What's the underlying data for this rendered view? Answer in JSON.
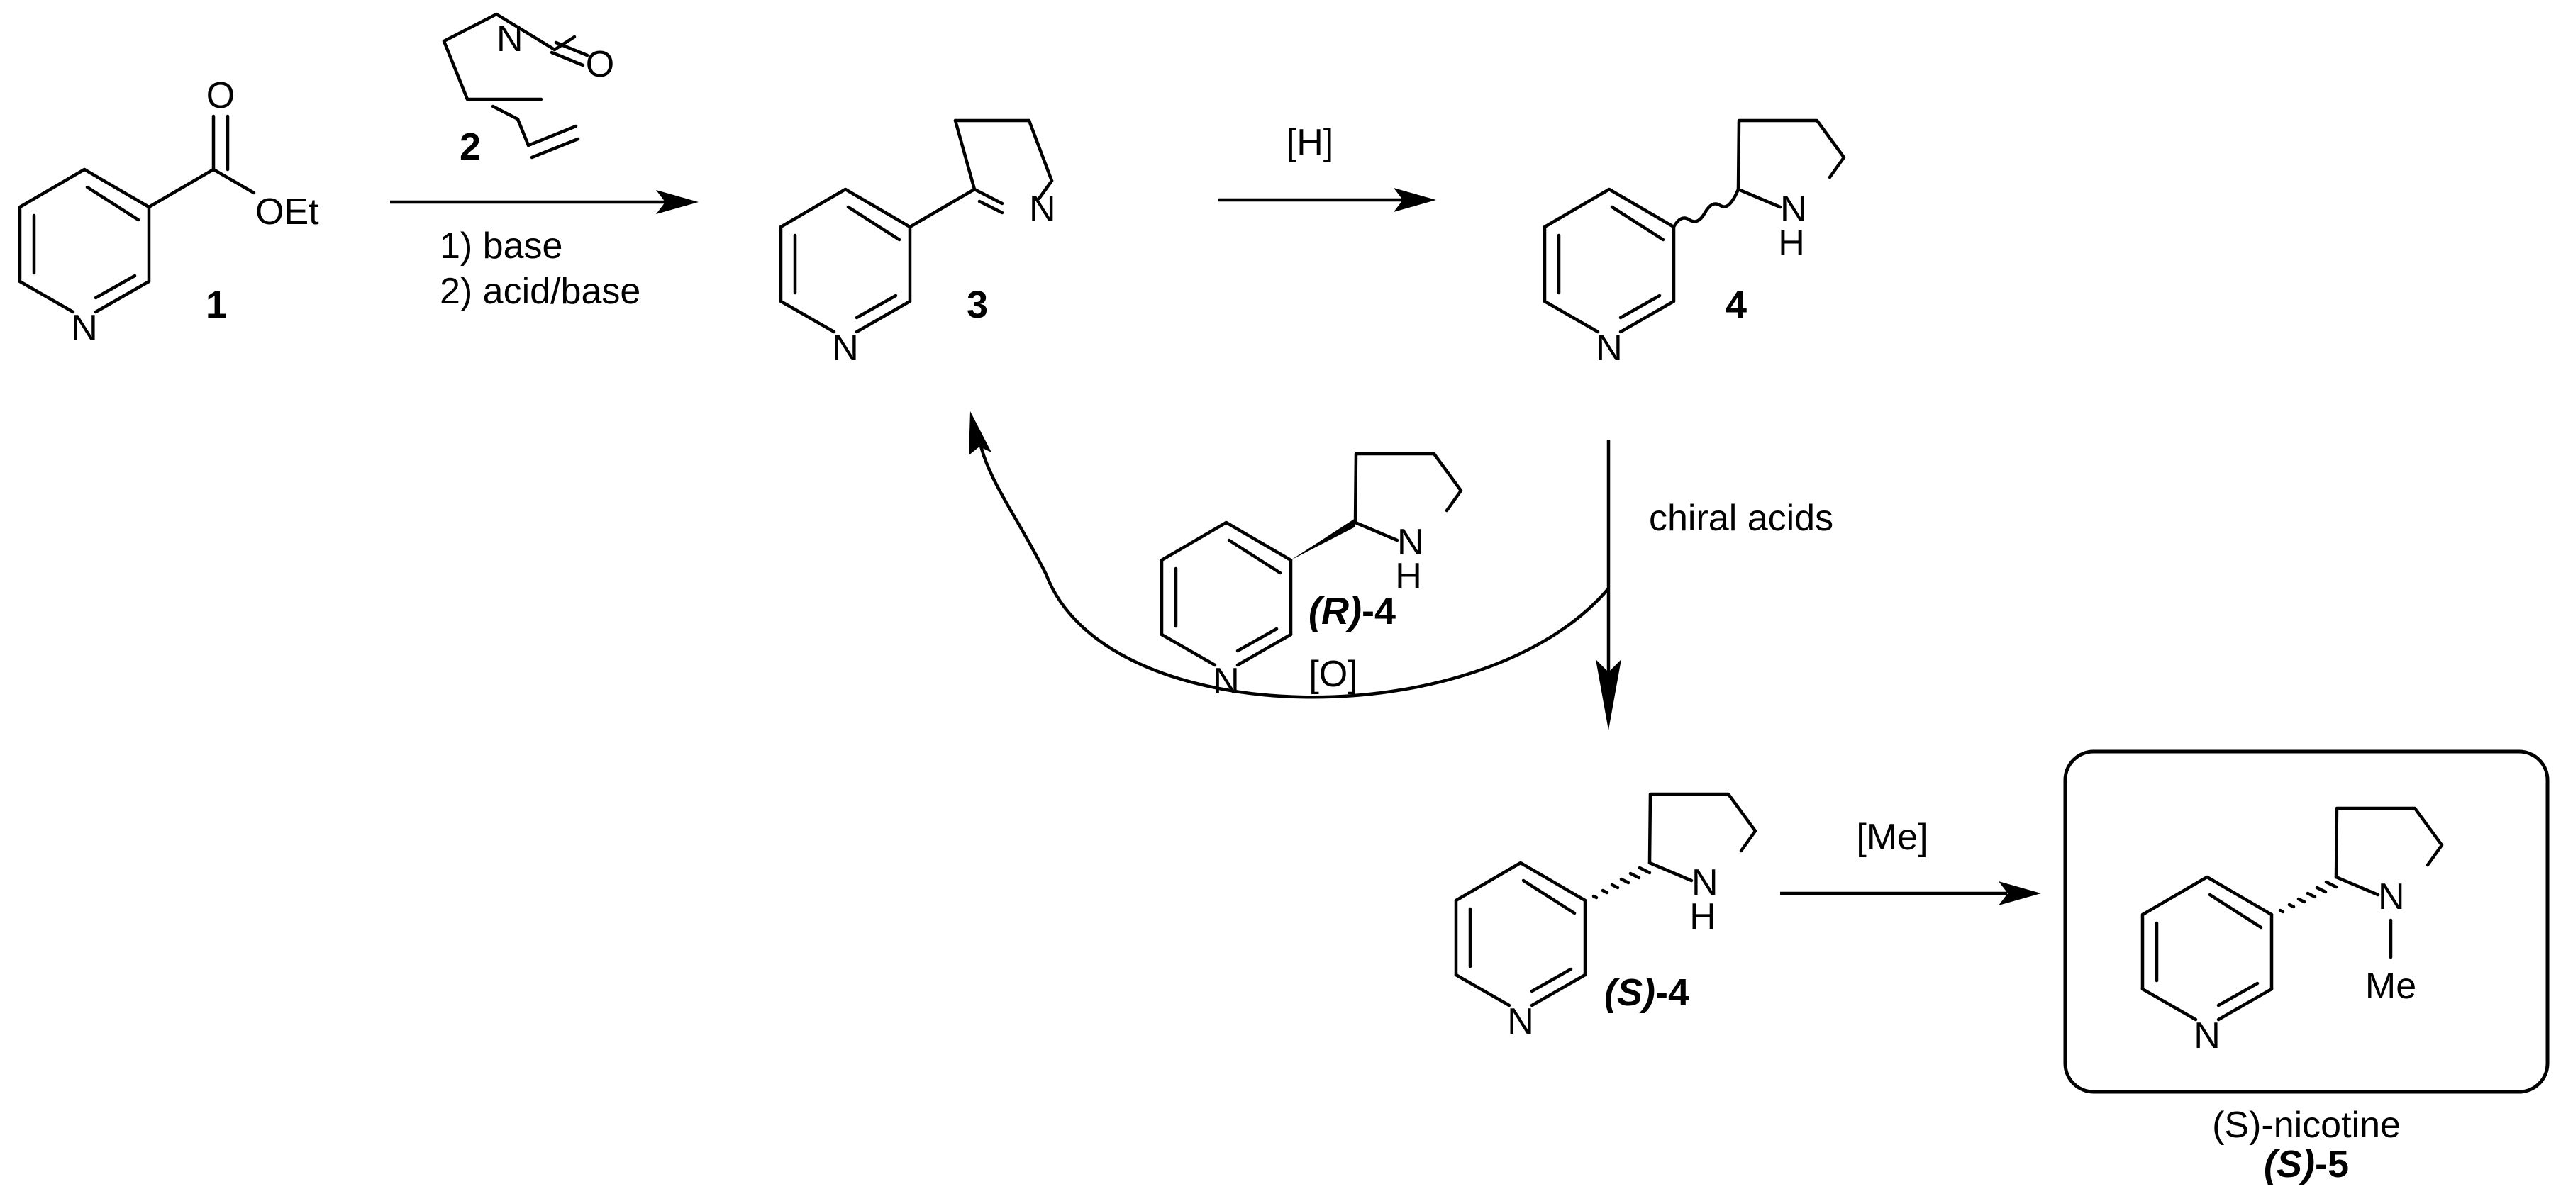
{
  "compounds": {
    "c1": {
      "number": "1",
      "ester_label": "OEt",
      "carbonyl_o": "O",
      "ring_n": "N"
    },
    "c2": {
      "number": "2",
      "carbonyl_o": "O",
      "ring_n": "N"
    },
    "c3": {
      "number": "3",
      "ring_n": "N",
      "imine_n": "N"
    },
    "c4": {
      "number": "4",
      "ring_n": "N",
      "amine_n": "N",
      "amine_h": "H"
    },
    "r4": {
      "prefix": "(R)",
      "suffix": "-4",
      "ring_n": "N",
      "amine_n": "N",
      "amine_h": "H"
    },
    "s4": {
      "prefix": "(S)",
      "suffix": "-4",
      "ring_n": "N",
      "amine_n": "N",
      "amine_h": "H"
    },
    "s5": {
      "name": "(S)-nicotine",
      "prefix": "(S)",
      "suffix": "-5",
      "ring_n": "N",
      "amine_n": "N",
      "methyl": "Me"
    }
  },
  "reactions": {
    "step1": {
      "line1": "1) base",
      "line2": "2) acid/base"
    },
    "step2": {
      "reagent": "[H]"
    },
    "step3": {
      "reagent": "chiral acids"
    },
    "recycle": {
      "reagent": "[O]"
    },
    "step4": {
      "reagent": "[Me]"
    }
  }
}
